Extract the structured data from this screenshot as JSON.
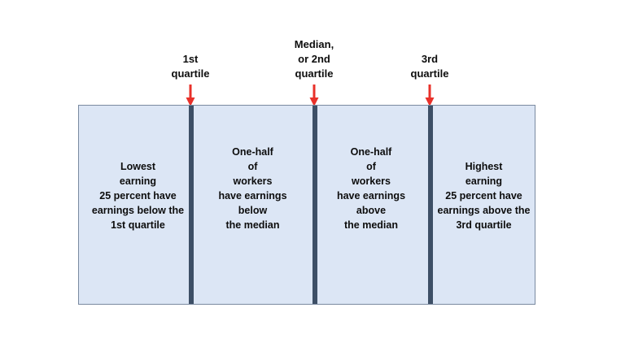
{
  "figure": {
    "box": {
      "fill_color": "#dce6f5",
      "border_color": "#7a8aa0"
    },
    "divider_color": "#3d4f66",
    "arrow_color": "#e8312a",
    "text_color": "#0d0d0d"
  },
  "markers": [
    {
      "id": "q1",
      "label": "1st\nquartile",
      "icon": "down-arrow-icon"
    },
    {
      "id": "median",
      "label": "Median,\nor 2nd\nquartile",
      "icon": "down-arrow-icon"
    },
    {
      "id": "q3",
      "label": "3rd\nquartile",
      "icon": "down-arrow-icon"
    }
  ],
  "panels": [
    {
      "id": "lowest-quarter",
      "text": "Lowest\nearning\n25 percent have\nearnings below the\n1st quartile"
    },
    {
      "id": "second-quarter",
      "text": "One-half\nof\nworkers\nhave earnings\nbelow\nthe median"
    },
    {
      "id": "third-quarter",
      "text": "One-half\nof\nworkers\nhave earnings\nabove\nthe median"
    },
    {
      "id": "highest-quarter",
      "text": "Highest\nearning\n25 percent have\nearnings above the\n3rd quartile"
    }
  ]
}
